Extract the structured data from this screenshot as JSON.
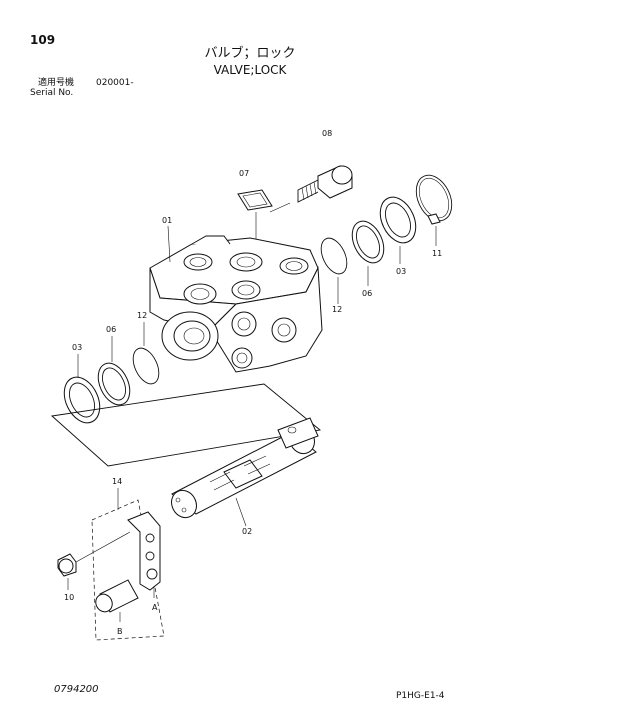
{
  "header": {
    "page_number": "109",
    "title_jp": "バルブ；ロック",
    "title_en": "VALVE;LOCK",
    "serial_label_jp": "適用号機",
    "serial_value": "020001-",
    "serial_label_en": "Serial No."
  },
  "callouts": {
    "p01": "01",
    "p02": "02",
    "p03_left": "03",
    "p03_right": "03",
    "p06_left": "06",
    "p06_right": "06",
    "p07": "07",
    "p08": "08",
    "p10": "10",
    "p11": "11",
    "p12_left": "12",
    "p12_right": "12",
    "p14": "14",
    "ref_a": "A",
    "ref_b": "B"
  },
  "footer": {
    "drawing_number": "0794200",
    "sheet_code": "P1HG-E1-4"
  }
}
